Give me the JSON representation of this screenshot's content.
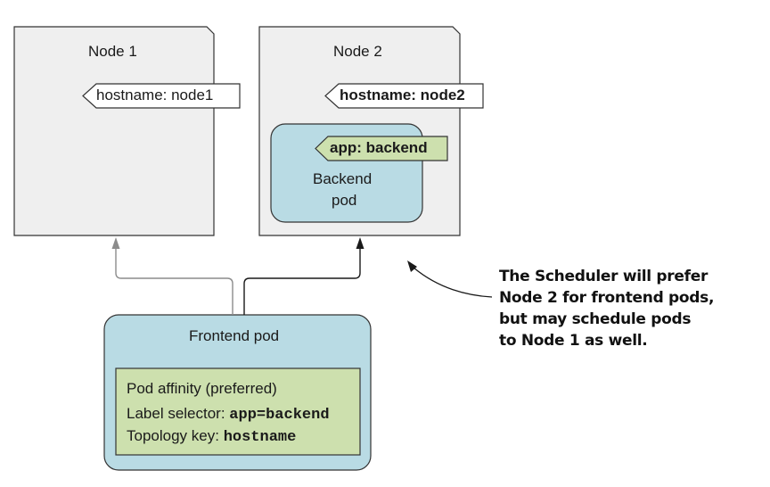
{
  "node1": {
    "title": "Node 1",
    "label": "hostname: node1"
  },
  "node2": {
    "title": "Node 2",
    "label": "hostname: node2"
  },
  "backend_pod": {
    "label": "app: backend",
    "name_line1": "Backend",
    "name_line2": "pod"
  },
  "frontend_pod": {
    "title": "Frontend pod",
    "affinity": {
      "heading": "Pod affinity (preferred)",
      "selector_key": "Label selector: ",
      "selector_value": "app=backend",
      "topology_key": "Topology key: ",
      "topology_value": "hostname"
    }
  },
  "callout": {
    "lines": [
      "The Scheduler will prefer",
      "Node 2 for frontend pods,",
      "but may schedule pods",
      "to Node 1 as well."
    ]
  },
  "colors": {
    "node_fill": "#efefef",
    "pod_fill": "#b9dbe4",
    "affinity_fill": "#cde0ae",
    "preferred_arrow": "#1a1a1a",
    "fallback_arrow": "#8c8c8c"
  }
}
